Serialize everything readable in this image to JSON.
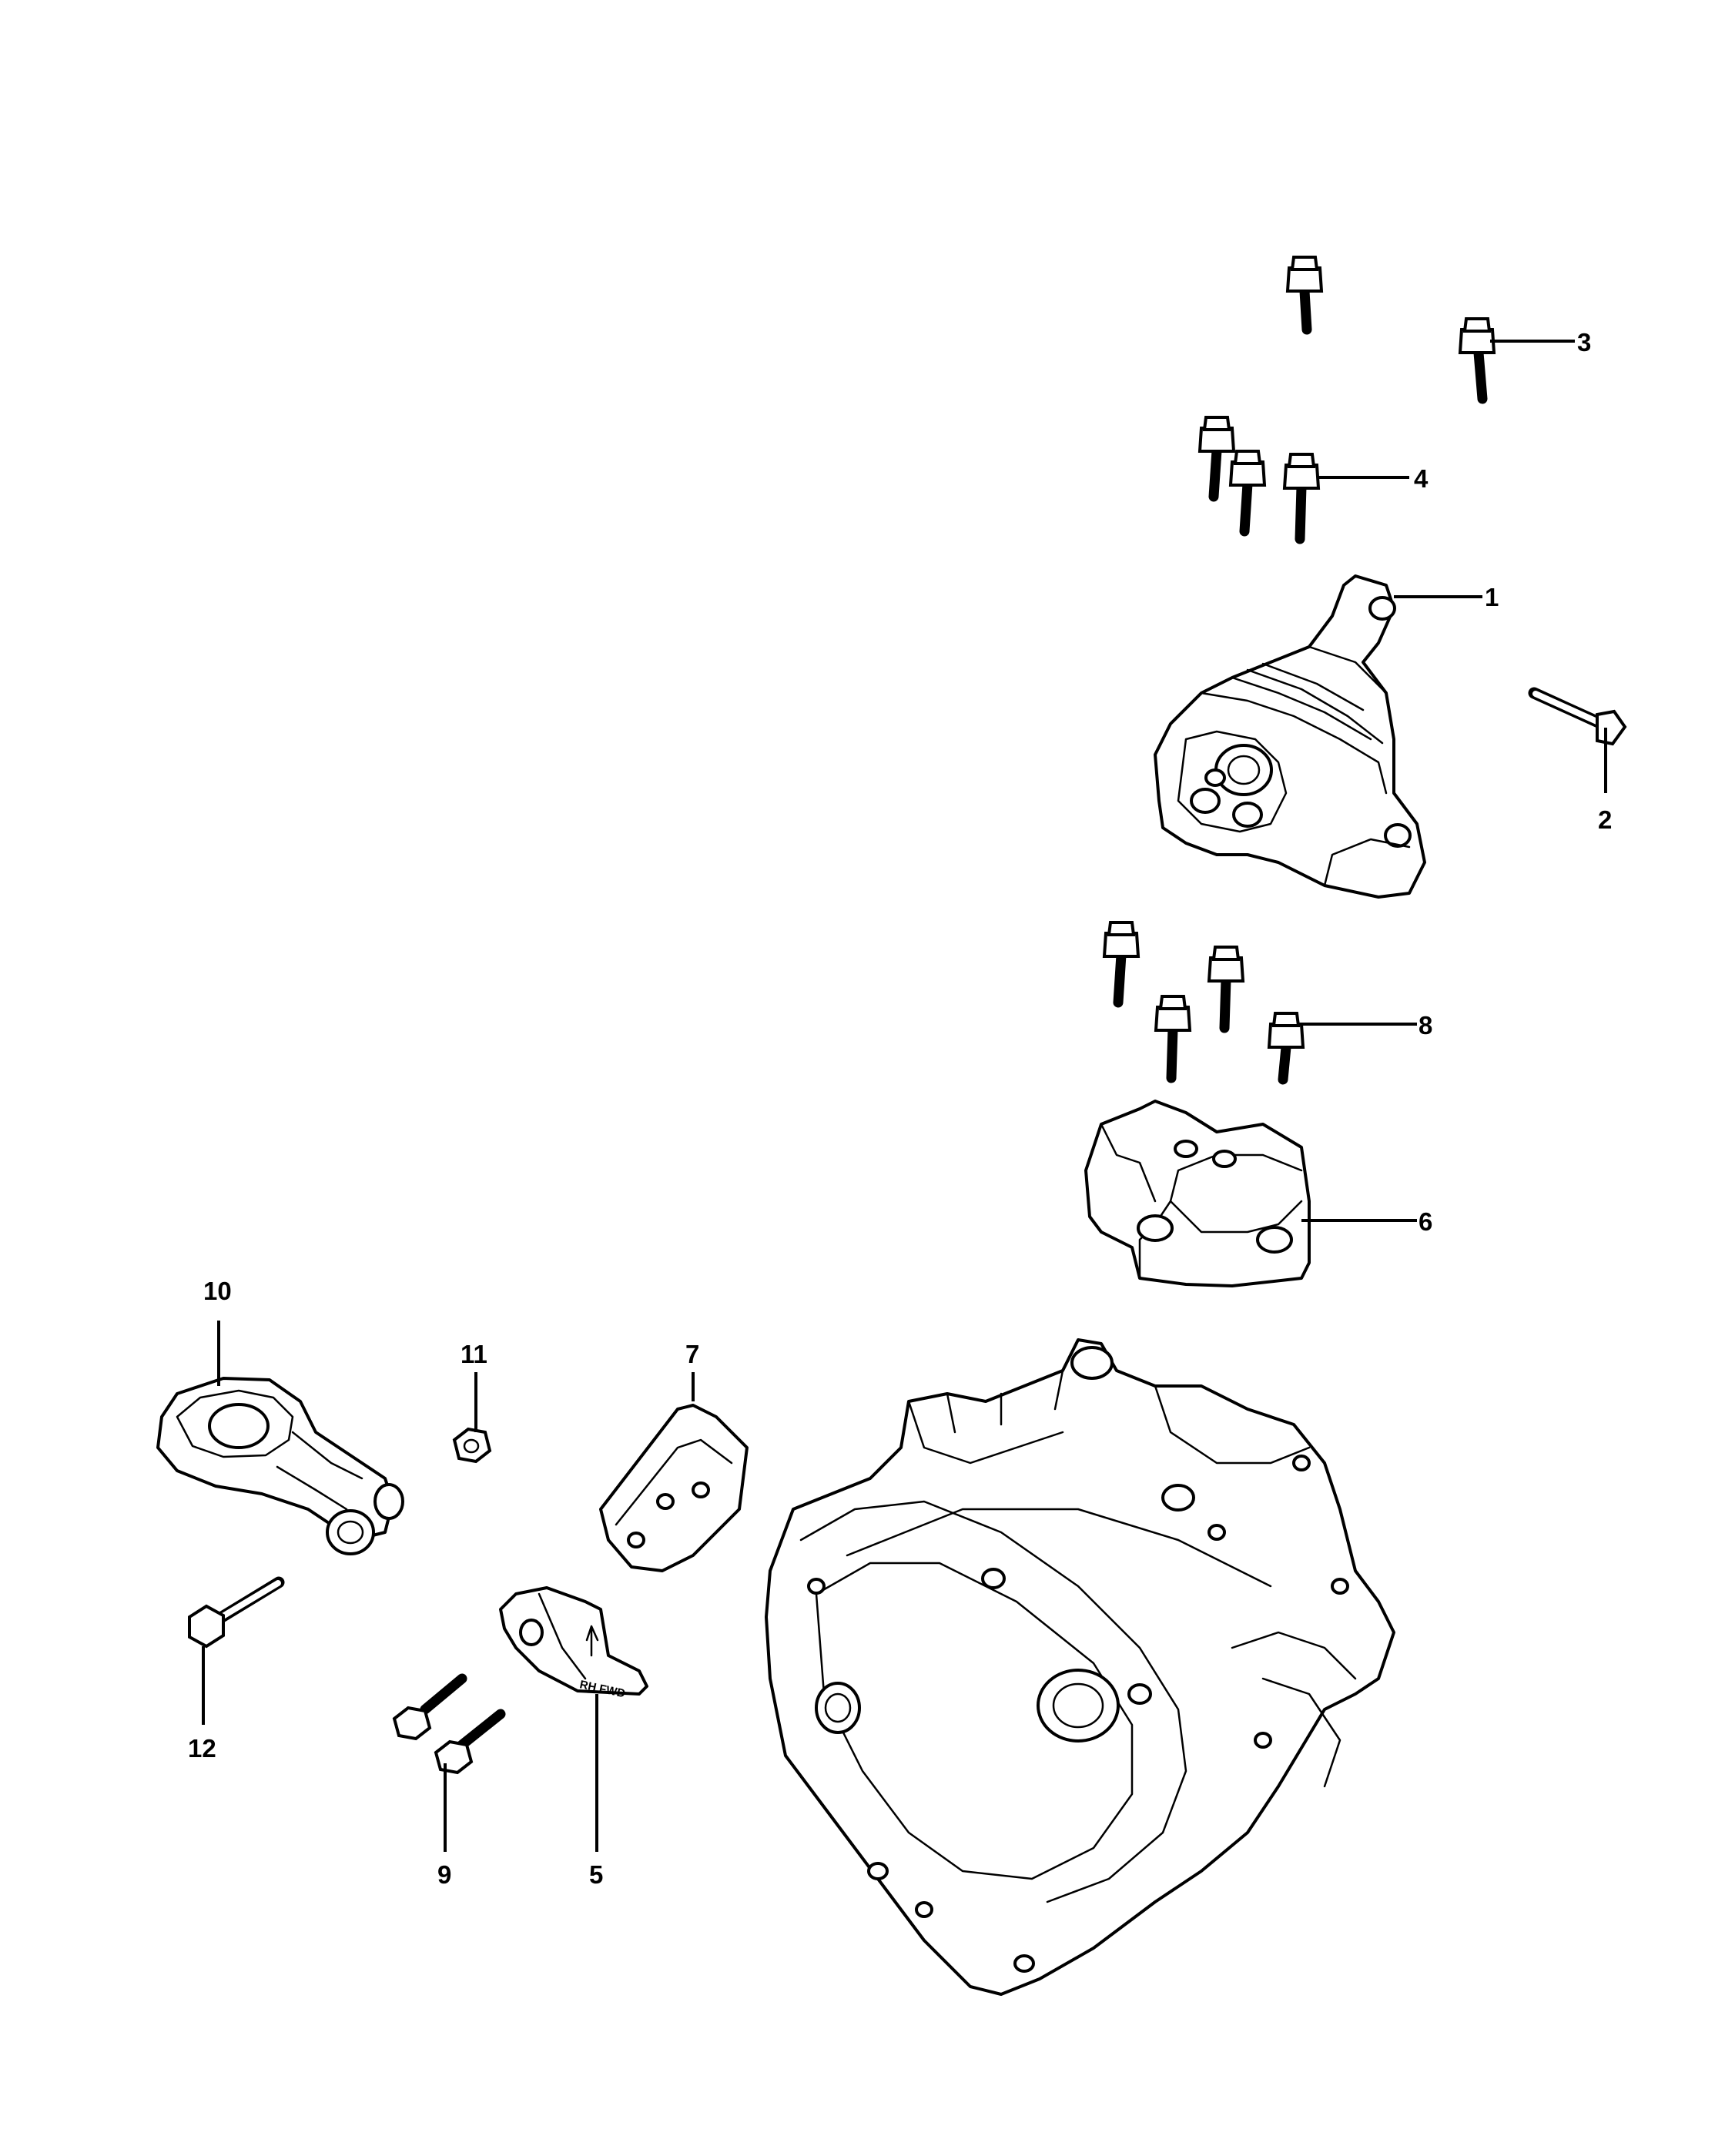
{
  "diagram": {
    "callouts": [
      "1",
      "2",
      "3",
      "4",
      "5",
      "6",
      "7",
      "8",
      "9",
      "10",
      "11",
      "12"
    ],
    "bracket_stamp": "RH FWD"
  }
}
